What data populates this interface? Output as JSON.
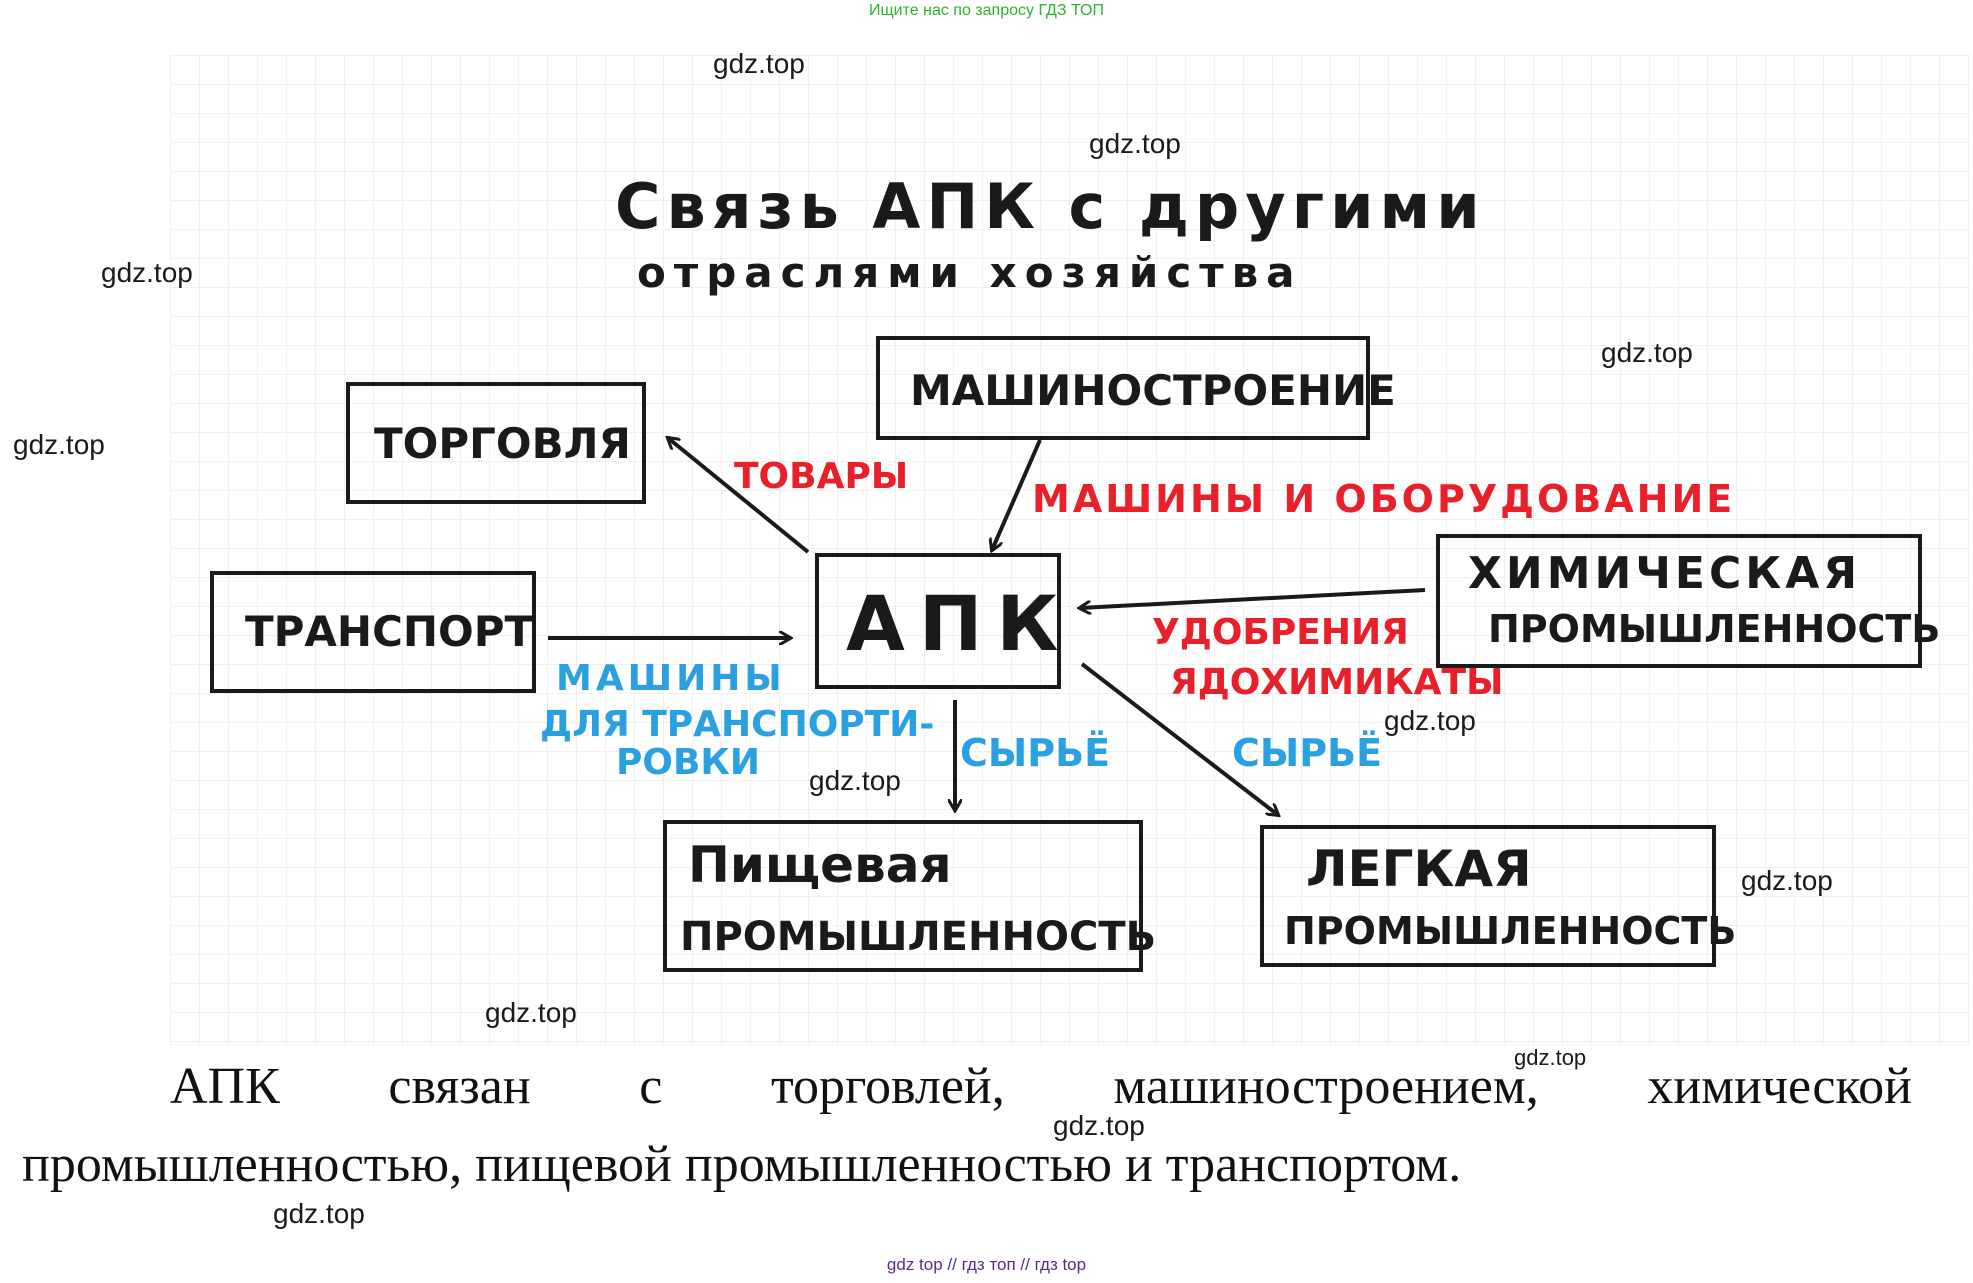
{
  "banner": "Ищите нас по запросу ГДЗ ТОП",
  "diagram": {
    "title_line1": "Связь АПК с другими",
    "title_line2": "отраслями хозяйства",
    "nodes": {
      "center": "АПК",
      "trade": "ТОРГОВЛЯ",
      "machine_building": "МАШИНОСТРОЕНИЕ",
      "transport": "ТРАНСПОРТ",
      "chemical_line1": "ХИМИЧЕСКАЯ",
      "chemical_line2": "ПРОМЫШЛЕННОСТЬ",
      "food_line1": "Пищевая",
      "food_line2": "ПРОМЫШЛЕННОСТЬ",
      "light_line1": "ЛЕГКАЯ",
      "light_line2": "ПРОМЫШЛЕННОСТЬ"
    },
    "edge_labels": {
      "goods": "ТОВАРЫ",
      "machines_equipment": "МАШИНЫ И ОБОРУДОВАНИЕ",
      "fertilizers_line1": "УДОБРЕНИЯ",
      "fertilizers_line2": "ЯДОХИМИКАТЫ",
      "transport_machines_line1": "МАШИНЫ",
      "transport_machines_line2": "ДЛЯ ТРАНСПОРТИ-",
      "transport_machines_line3": "РОВКИ",
      "raw_food": "СЫРЬЁ",
      "raw_light": "СЫРЬЁ"
    },
    "colors": {
      "ink": "#1a1a1a",
      "red": "#e8202a",
      "blue": "#2aa0e0"
    }
  },
  "watermark": "gdz.top",
  "text": {
    "line1_words": [
      "АПК",
      "связан",
      "с",
      "торговлей,",
      "машиностроением,",
      "химической"
    ],
    "line2": "промышленностью, пищевой промышленностью и транспортом."
  },
  "footer": "gdz top // гдз топ // гдз top"
}
